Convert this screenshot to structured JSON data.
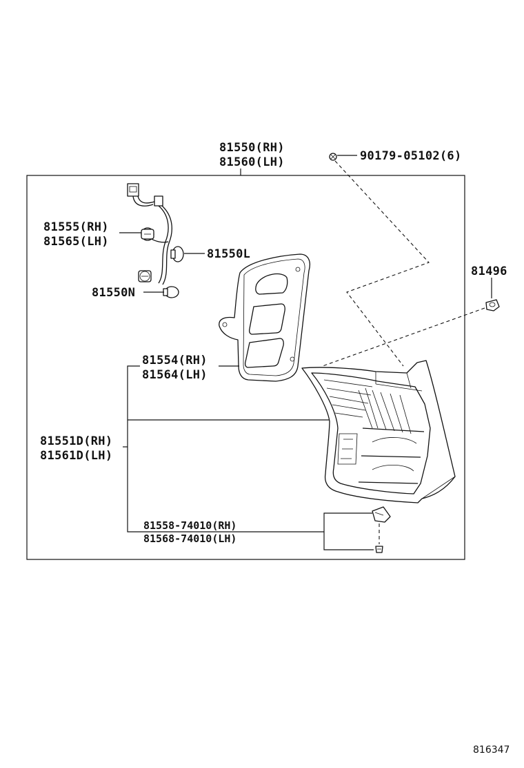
{
  "labels": {
    "assy_rh": "81550(RH)",
    "assy_lh": "81560(LH)",
    "screw_part": "90179-05102(6)",
    "socket_rh": "81555(RH)",
    "socket_lh": "81565(LH)",
    "bulb_l": "81550L",
    "nut": "81496",
    "bulb_n": "81550N",
    "gasket_rh": "81554(RH)",
    "gasket_lh": "81564(LH)",
    "lens_rh": "81551D(RH)",
    "lens_lh": "81561D(LH)",
    "bracket_rh": "81558-74010(RH)",
    "bracket_lh": "81568-74010(LH)"
  },
  "footer": {
    "ref_number": "816347"
  }
}
